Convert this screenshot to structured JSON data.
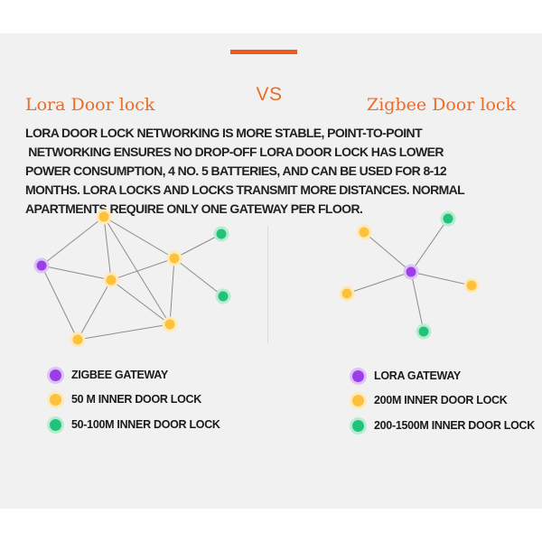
{
  "header": {
    "vs_label": "VS",
    "left_title": "Lora Door lock",
    "right_title": "Zigbee Door lock"
  },
  "description": {
    "lines": [
      "LORA DOOR LOCK NETWORKING IS MORE STABLE, POINT-TO-POINT",
      " NETWORKING ENSURES NO DROP-OFF LORA DOOR LOCK HAS LOWER",
      "POWER CONSUMPTION, 4 NO. 5 BATTERIES, AND CAN BE USED FOR 8-12",
      "MONTHS. LORA LOCKS AND LOCKS TRANSMIT MORE DISTANCES. NORMAL",
      "APARTMENTS REQUIRE ONLY ONE GATEWAY PER FLOOR."
    ]
  },
  "colors": {
    "accent": "#ee5a1f",
    "gateway": "#9b3ee8",
    "inner_lock": "#fdc13c",
    "outer_lock": "#22c27a",
    "link": "#8c8c8c"
  },
  "legend_left": {
    "items": [
      {
        "kind": "gateway",
        "label": "ZIGBEE GATEWAY"
      },
      {
        "kind": "inner",
        "label": "50 M INNER DOOR LOCK"
      },
      {
        "kind": "outer",
        "label": "50-100M INNER DOOR LOCK"
      }
    ]
  },
  "legend_right": {
    "items": [
      {
        "kind": "gateway",
        "label": "LORA GATEWAY"
      },
      {
        "kind": "inner",
        "label": "200M INNER DOOR LOCK"
      },
      {
        "kind": "outer",
        "label": "200-1500M INNER DOOR LOCK"
      }
    ]
  },
  "mesh_network": {
    "nodes": [
      {
        "id": "g",
        "kind": "gateway"
      },
      {
        "id": "t",
        "kind": "inner"
      },
      {
        "id": "c",
        "kind": "inner"
      },
      {
        "id": "r",
        "kind": "inner"
      },
      {
        "id": "bl",
        "kind": "inner"
      },
      {
        "id": "br",
        "kind": "inner"
      },
      {
        "id": "e1",
        "kind": "outer"
      },
      {
        "id": "e2",
        "kind": "outer"
      }
    ],
    "links": [
      [
        "g",
        "t"
      ],
      [
        "g",
        "c"
      ],
      [
        "g",
        "bl"
      ],
      [
        "t",
        "c"
      ],
      [
        "t",
        "r"
      ],
      [
        "t",
        "br"
      ],
      [
        "c",
        "r"
      ],
      [
        "c",
        "bl"
      ],
      [
        "c",
        "br"
      ],
      [
        "bl",
        "br"
      ],
      [
        "r",
        "br"
      ],
      [
        "r",
        "e1"
      ],
      [
        "r",
        "e2"
      ]
    ]
  },
  "star_network": {
    "nodes": [
      {
        "id": "g",
        "kind": "gateway"
      },
      {
        "id": "a",
        "kind": "inner"
      },
      {
        "id": "b",
        "kind": "inner"
      },
      {
        "id": "d",
        "kind": "inner"
      },
      {
        "id": "e",
        "kind": "outer"
      },
      {
        "id": "f",
        "kind": "outer"
      }
    ],
    "links": [
      [
        "g",
        "a"
      ],
      [
        "g",
        "b"
      ],
      [
        "g",
        "d"
      ],
      [
        "g",
        "e"
      ],
      [
        "g",
        "f"
      ]
    ]
  }
}
